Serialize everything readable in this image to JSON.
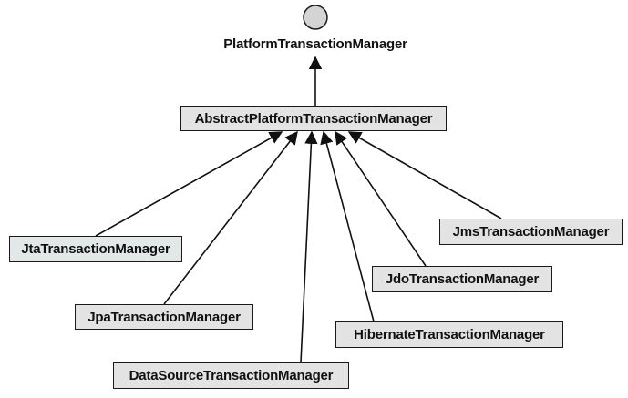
{
  "interface": {
    "label": "PlatformTransactionManager"
  },
  "abstract_class": {
    "label": "AbstractPlatformTransactionManager"
  },
  "implementations": [
    {
      "id": "jta",
      "label": "JtaTransactionManager"
    },
    {
      "id": "jpa",
      "label": "JpaTransactionManager"
    },
    {
      "id": "datasource",
      "label": "DataSourceTransactionManager"
    },
    {
      "id": "hibernate",
      "label": "HibernateTransactionManager"
    },
    {
      "id": "jdo",
      "label": "JdoTransactionManager"
    },
    {
      "id": "jms",
      "label": "JmsTransactionManager"
    }
  ],
  "colors": {
    "box_fill": "#e3e3e3",
    "jta_fill": "#e2e8e8",
    "interface_circle": "#d4d4d4",
    "stroke": "#1a1a1a"
  }
}
